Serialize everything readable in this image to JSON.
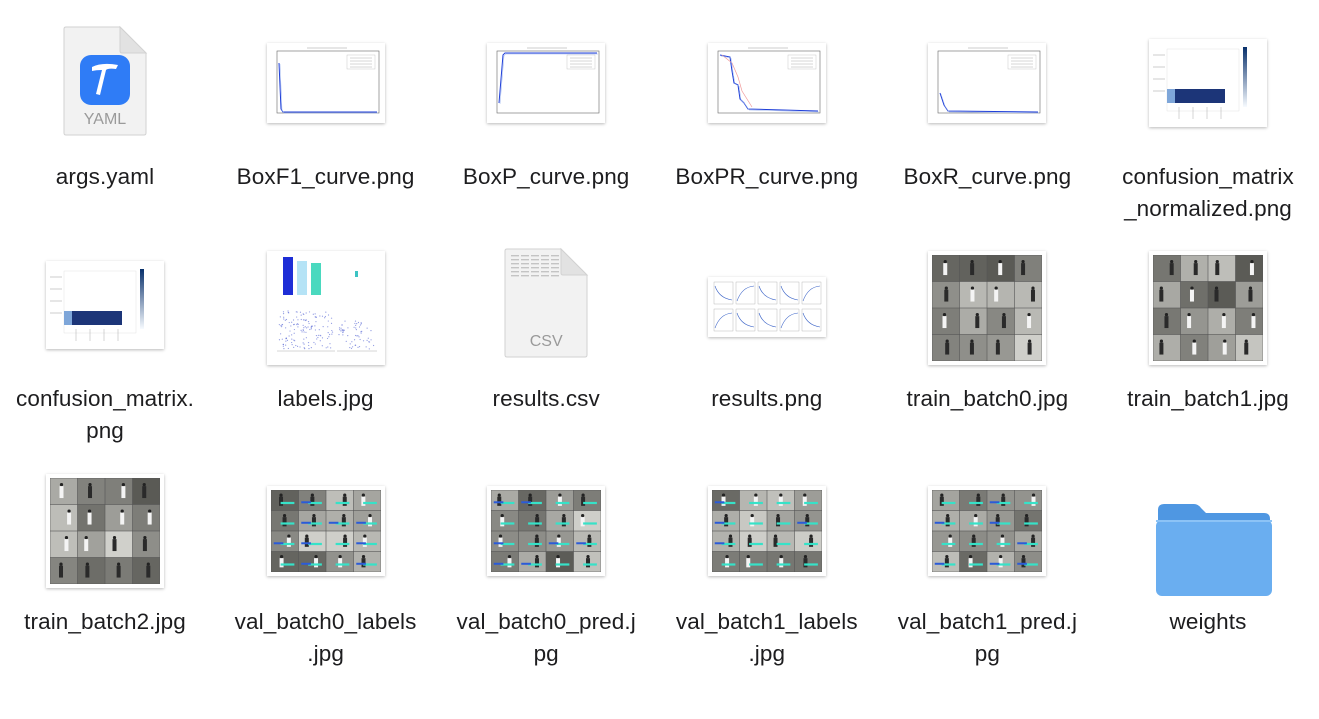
{
  "files": [
    {
      "name": "args.yaml",
      "kind": "yaml-document",
      "icon": "hammer-icon",
      "badge": "YAML",
      "lines": [
        "args.yaml"
      ]
    },
    {
      "name": "BoxF1_curve.png",
      "kind": "curve-chart",
      "lines": [
        "BoxF1_curve.png"
      ]
    },
    {
      "name": "BoxP_curve.png",
      "kind": "curve-chart",
      "lines": [
        "BoxP_curve.png"
      ]
    },
    {
      "name": "BoxPR_curve.png",
      "kind": "curve-chart",
      "lines": [
        "BoxPR_curve.png"
      ]
    },
    {
      "name": "BoxR_curve.png",
      "kind": "curve-chart",
      "lines": [
        "BoxR_curve.png"
      ]
    },
    {
      "name": "confusion_matrix_normalized.png",
      "kind": "matrix-chart",
      "lines": [
        "confusion_matrix",
        "_normalized.png"
      ]
    },
    {
      "name": "confusion_matrix.png",
      "kind": "matrix-chart",
      "lines": [
        "confusion_matrix.",
        "png"
      ]
    },
    {
      "name": "labels.jpg",
      "kind": "labels-chart",
      "lines": [
        "labels.jpg"
      ]
    },
    {
      "name": "results.csv",
      "kind": "csv-document",
      "badge": "CSV",
      "lines": [
        "results.csv"
      ]
    },
    {
      "name": "results.png",
      "kind": "results-chart",
      "lines": [
        "results.png"
      ]
    },
    {
      "name": "train_batch0.jpg",
      "kind": "photo-mosaic",
      "lines": [
        "train_batch0.jpg"
      ]
    },
    {
      "name": "train_batch1.jpg",
      "kind": "photo-mosaic",
      "lines": [
        "train_batch1.jpg"
      ]
    },
    {
      "name": "train_batch2.jpg",
      "kind": "photo-mosaic",
      "lines": [
        "train_batch2.jpg"
      ]
    },
    {
      "name": "val_batch0_labels.jpg",
      "kind": "photo-mosaic-wide",
      "lines": [
        "val_batch0_labels",
        ".jpg"
      ]
    },
    {
      "name": "val_batch0_pred.jpg",
      "kind": "photo-mosaic-wide",
      "lines": [
        "val_batch0_pred.j",
        "pg"
      ]
    },
    {
      "name": "val_batch1_labels.jpg",
      "kind": "photo-mosaic-wide",
      "lines": [
        "val_batch1_labels",
        ".jpg"
      ]
    },
    {
      "name": "val_batch1_pred.jpg",
      "kind": "photo-mosaic-wide",
      "lines": [
        "val_batch1_pred.j",
        "pg"
      ]
    },
    {
      "name": "weights",
      "kind": "folder",
      "icon": "folder-icon",
      "lines": [
        "weights"
      ]
    }
  ],
  "colors": {
    "folder": "#6aaef0",
    "folder_tab": "#4f97e2",
    "yaml_icon": "#2f7cf6",
    "chart_blue": "#1f3fd8",
    "chart_navy": "#1c3578",
    "photo_gray": "#7d7d7d",
    "photo_teal": "#36e2c8"
  }
}
